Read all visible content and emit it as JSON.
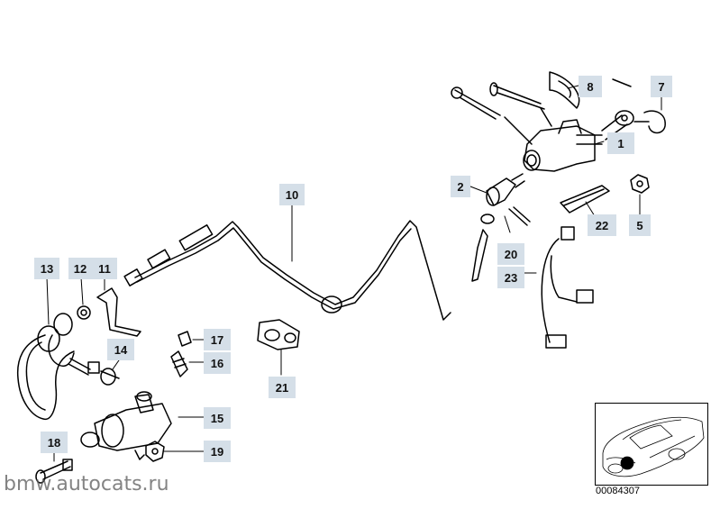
{
  "callouts": {
    "c1": "1",
    "c2": "2",
    "c5": "5",
    "c7": "7",
    "c8": "8",
    "c10": "10",
    "c11": "11",
    "c12": "12",
    "c13": "13",
    "c14": "14",
    "c15": "15",
    "c16": "16",
    "c17": "17",
    "c18": "18",
    "c19": "19",
    "c20": "20",
    "c21": "21",
    "c22": "22",
    "c23": "23"
  },
  "document_number": "00084307",
  "watermark": "bmw.autocats.ru",
  "colors": {
    "callout_bg": "#d5dfe8",
    "line": "#000000",
    "thumb_marker": "#000000"
  }
}
